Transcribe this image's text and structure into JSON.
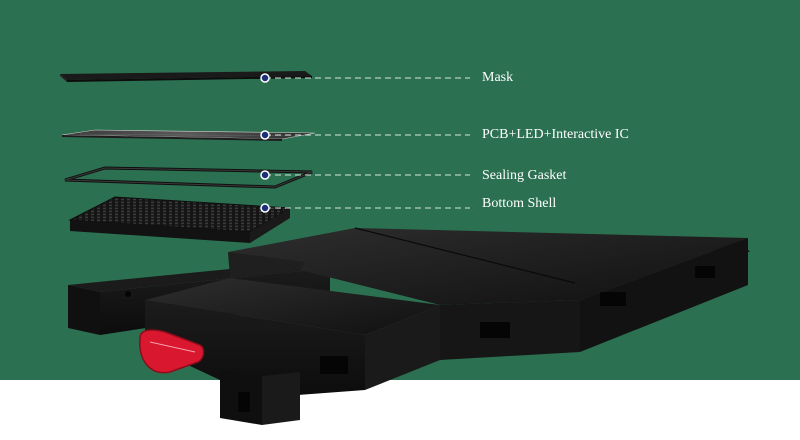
{
  "colors": {
    "background_green": "#2b7151",
    "lower_background": "#ffffff",
    "callout_line": "#d6e6dc",
    "callout_dot_fill": "#1b2f7a",
    "callout_dot_stroke": "#ffffff",
    "panel_dark": "#141414",
    "panel_mid": "#1f1f1f",
    "panel_light": "#2b2b2b",
    "handle_red": "#d9172e"
  },
  "layers": [
    {
      "label": "Mask",
      "icon": "mask-layer-icon"
    },
    {
      "label": "PCB+LED+Interactive IC",
      "icon": "pcb-layer-icon"
    },
    {
      "label": "Sealing Gasket",
      "icon": "gasket-layer-icon"
    },
    {
      "label": "Bottom Shell",
      "icon": "bottom-shell-layer-icon"
    }
  ],
  "product": {
    "icon": "floor-panel-frame-icon",
    "handle_icon": "red-handle-icon"
  }
}
